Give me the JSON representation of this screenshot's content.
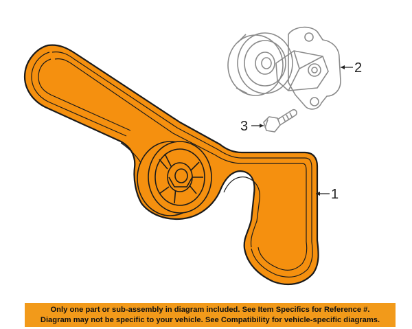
{
  "callouts": {
    "belt": "1",
    "tensioner": "2",
    "bolt": "3"
  },
  "parts": {
    "belt": {
      "highlighted": true
    },
    "tensioner": {
      "highlighted": false
    },
    "bolt": {
      "highlighted": false
    }
  },
  "notice": {
    "line1": "Only one part or sub-assembly in diagram included. See Item Specifics for Reference #.",
    "line2": "Diagram may not be specific to your vehicle. See Compatibility for vehicle-specific diagrams."
  },
  "colors": {
    "belt_fill": "#f5900f",
    "line": "#1a1a1a",
    "ghost_line": "#8a8a8a",
    "notice_bg": "#f29a1a"
  }
}
